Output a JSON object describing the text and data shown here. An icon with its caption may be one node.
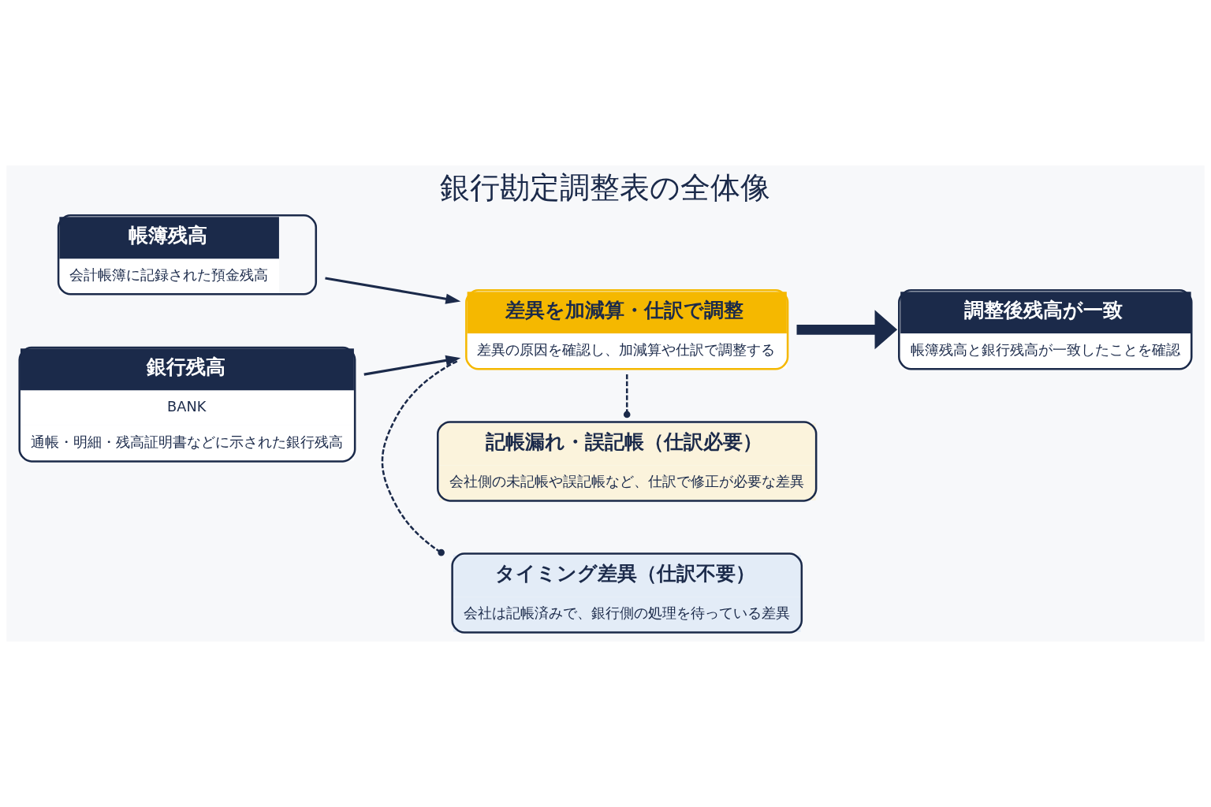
{
  "diagram": {
    "title": "銀行勘定調整表の全体像",
    "nodes": [
      {
        "text": [
          "帳簿残高",
          "会計帳簿に記録された預金残高"
        ]
      },
      {
        "text": [
          "銀行残高",
          "BANK",
          "通帳・明細・残高証明書などに示された銀行残高"
        ]
      },
      {
        "text": [
          "差異を加減算・仕訳で調整",
          "差異の原因を確認し、加減算や仕訳で調整する"
        ]
      },
      {
        "text": [
          "調整後残高が一致",
          "帳簿残高と銀行残高が一致したことを確認"
        ]
      },
      {
        "text": [
          "タイミング差異（仕訳不要）",
          "会社は記帳済みで、銀行側の処理を待っている差異"
        ]
      },
      {
        "text": [
          "記帳漏れ・誤記帳（仕訳必要）",
          "会社側の未記帳や誤記帳など、仕訳で修正が必要な差異"
        ]
      }
    ],
    "edges": [
      {
        "from": 0,
        "to": 2,
        "arrow": "to"
      },
      {
        "from": 1,
        "to": 2,
        "arrow": "to"
      },
      {
        "from": 2,
        "to": 3,
        "arrow": "to",
        "style": "thick"
      },
      {
        "from": 2,
        "to": 4,
        "arrow": "other",
        "style": "dashed"
      },
      {
        "from": 2,
        "to": 5,
        "arrow": "other",
        "style": "dashed"
      }
    ]
  }
}
